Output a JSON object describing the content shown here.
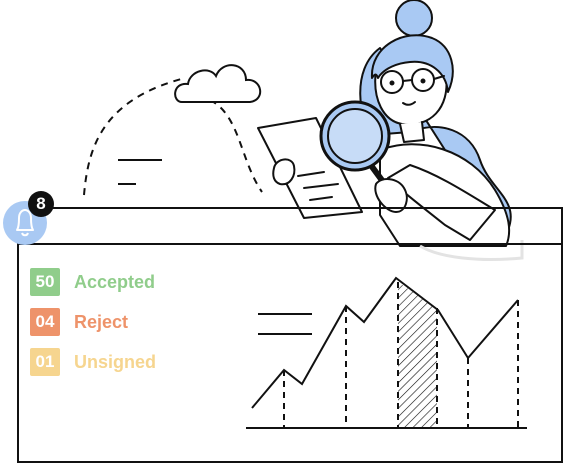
{
  "colors": {
    "accent_blue": "#a9c9f3",
    "outline": "#111111",
    "accepted": "#90cd8b",
    "reject": "#ee936a",
    "unsigned": "#f6d58f"
  },
  "notification": {
    "icon": "bell-icon",
    "count": "8"
  },
  "stats": [
    {
      "value": "50",
      "label": "Accepted",
      "color": "#90cd8b"
    },
    {
      "value": "04",
      "label": "Reject",
      "color": "#ee936a"
    },
    {
      "value": "01",
      "label": "Unsigned",
      "color": "#f6d58f"
    }
  ]
}
